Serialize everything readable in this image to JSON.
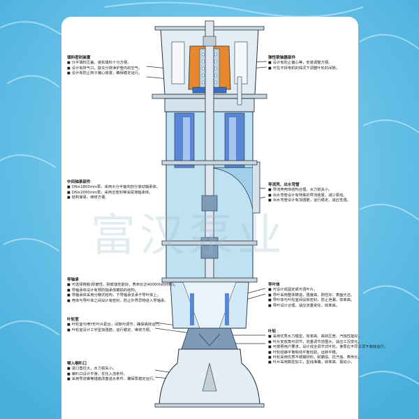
{
  "watermark": "富汉泵业",
  "colors": {
    "water": "#6cc6ea",
    "water_dark": "#3aa7d6",
    "casing": "#e3edf4",
    "fluid": "#bfe2f2",
    "blue_part": "#5a86d6",
    "bearing": "#e8882e",
    "line": "#243040"
  },
  "callouts": [
    {
      "title": "填料密封装置",
      "items": [
        "分半填料压盖，装拆填料十分方便。",
        "设计有排气口，能充分排净护管内的空气。",
        "设计有防止转子偏心装置，确保稳定运行。"
      ]
    },
    {
      "title": "中间轴承部件",
      "items": [
        "DN≤1800mm泵，采用大分半轴向剖分滚动轴承体。",
        "DN≥2000mm泵，采用全密封稀油润滑轴承体。",
        "结构简易，维修方便。"
      ]
    },
    {
      "title": "导轴承",
      "items": [
        "可选择橡胶(耐磨性、耐腐蚀性能好，寿命长达40000h的材料)。",
        "导轴承体设计有预防轴承体磨损的结构。",
        "导轴承体采用分瓣式结构，下导轴承支承于导叶体上。",
        "壳体与导叶体之间设计有密封，防止外界异物进入导轴承。"
      ]
    },
    {
      "title": "叶轮室",
      "items": [
        "叶轮室与喷Y形叶片配合，间隙可调节，确保高效运行。",
        "叶轮室设计工字型加强筋，运行稳定、维修方便。"
      ]
    },
    {
      "title": "喉入喇叭口",
      "items": [
        "进口直径大，水力损失小。",
        "喇叭口设计平滑，优化入流条件。",
        "采用导流锥等措施改善进水条件，确保泵稳定运行。"
      ]
    },
    {
      "title": "弹性联轴器部件",
      "items": [
        "设计有防止偏心等，安装调整方便。",
        "可在不拆电机的情况下调整叶轮的间隙。"
      ]
    },
    {
      "title": "导流壳、出水弯管",
      "items": [
        "导流壳壳体结构合理，水力损失小。",
        "出水弯管设计有特殊的导流装置，减少振动。",
        "出水弯管设计有加强筋，运行稳定、适应性强。"
      ]
    },
    {
      "title": "导叶体",
      "items": [
        "可设计成固定或可调叶片。",
        "导叶采用整体铸造，强度高、刚性好，表面光洁。",
        "导叶体与叶轮室间设有密封，防止泄漏，效率高。",
        "导叶设计合理，适应流量变化，效率高。"
      ]
    },
    {
      "title": "叶轮",
      "items": [
        "采用优秀水力模型，效率高、高效区宽、汽蚀性能好。",
        "叶片安放角可调节，流量调节范围大，适应工况变化。",
        "可按照用户要求，设计成全调节式叶轮，使泵在不同工况下高效运行。",
        "叶轮经静平衡和动平衡检验，运转平稳。",
        "叶轮采用优质不锈钢材料，耐磨损、抗汽蚀、寿命长。",
        "叶片采用数控加工，型线准确，效率高、振动小。"
      ]
    }
  ]
}
